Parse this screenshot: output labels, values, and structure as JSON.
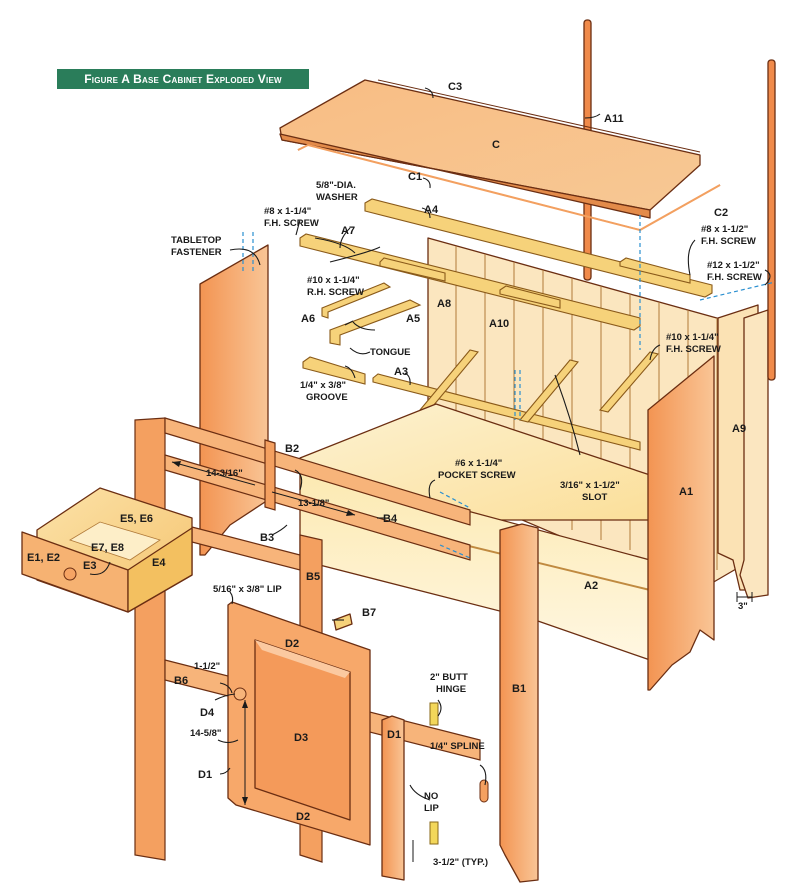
{
  "figure": {
    "title": "Figure A  Base Cabinet Exploded View",
    "title_bg": "#2a7d5a",
    "colors": {
      "orange_panel": "#f4a060",
      "orange_light": "#f8c08a",
      "pine": "#f6d27a",
      "pine_light": "#fbe7ad",
      "back_slat": "#fbe6bf",
      "outline": "#6b2e12",
      "screw_line": "#2a8fd0"
    }
  },
  "parts": {
    "C": "C",
    "C1": "C1",
    "C2": "C2",
    "C3": "C3",
    "A1": "A1",
    "A2": "A2",
    "A3": "A3",
    "A4": "A4",
    "A5": "A5",
    "A6": "A6",
    "A7": "A7",
    "A8": "A8",
    "A9": "A9",
    "A10": "A10",
    "A11": "A11",
    "B1": "B1",
    "B2": "B2",
    "B3": "B3",
    "B4": "B4",
    "B5": "B5",
    "B6": "B6",
    "B7": "B7",
    "D1_left": "D1",
    "D1_right": "D1",
    "D2_top": "D2",
    "D2_bottom": "D2",
    "D3": "D3",
    "D4": "D4",
    "E1E2": "E1, E2",
    "E3": "E3",
    "E4": "E4",
    "E5E6": "E5, E6",
    "E7E8": "E7, E8"
  },
  "callouts": {
    "washer": [
      "5/8\"-DIA.",
      "WASHER"
    ],
    "fh_screw_8_114": [
      "#8 x 1-1/4\"",
      "F.H. SCREW"
    ],
    "rh_screw_10_114": [
      "#10 x 1-1/4\"",
      "R.H. SCREW"
    ],
    "tabletop_fastener": [
      "TABLETOP",
      "FASTENER"
    ],
    "tongue": "TONGUE",
    "groove": [
      "1/4\" x 3/8\"",
      "GROOVE"
    ],
    "fh_screw_8_112": [
      "#8 x 1-1/2\"",
      "F.H. SCREW"
    ],
    "fh_screw_12_112": [
      "#12 x 1-1/2\"",
      "F.H. SCREW"
    ],
    "fh_screw_10_114": [
      "#10 x 1-1/4\"",
      "F.H. SCREW"
    ],
    "pocket_screw": [
      "#6 x 1-1/4\"",
      "POCKET SCREW"
    ],
    "slot": [
      "3/16\" x 1-1/2\"",
      "SLOT"
    ],
    "lip": "5/16\" x 3/8\" LIP",
    "butt_hinge": [
      "2\" BUTT",
      "HINGE"
    ],
    "spline": "1/4\" SPLINE",
    "no_lip": [
      "NO",
      "LIP"
    ],
    "typ": "3-1/2\" (TYP.)"
  },
  "dimensions": {
    "opening_upper": "14-3/16\"",
    "opening_lower": "13-1/8\"",
    "knob_offset": "1-1/2\"",
    "knob_height": "14-5/8\"",
    "foot_width": "3\""
  }
}
